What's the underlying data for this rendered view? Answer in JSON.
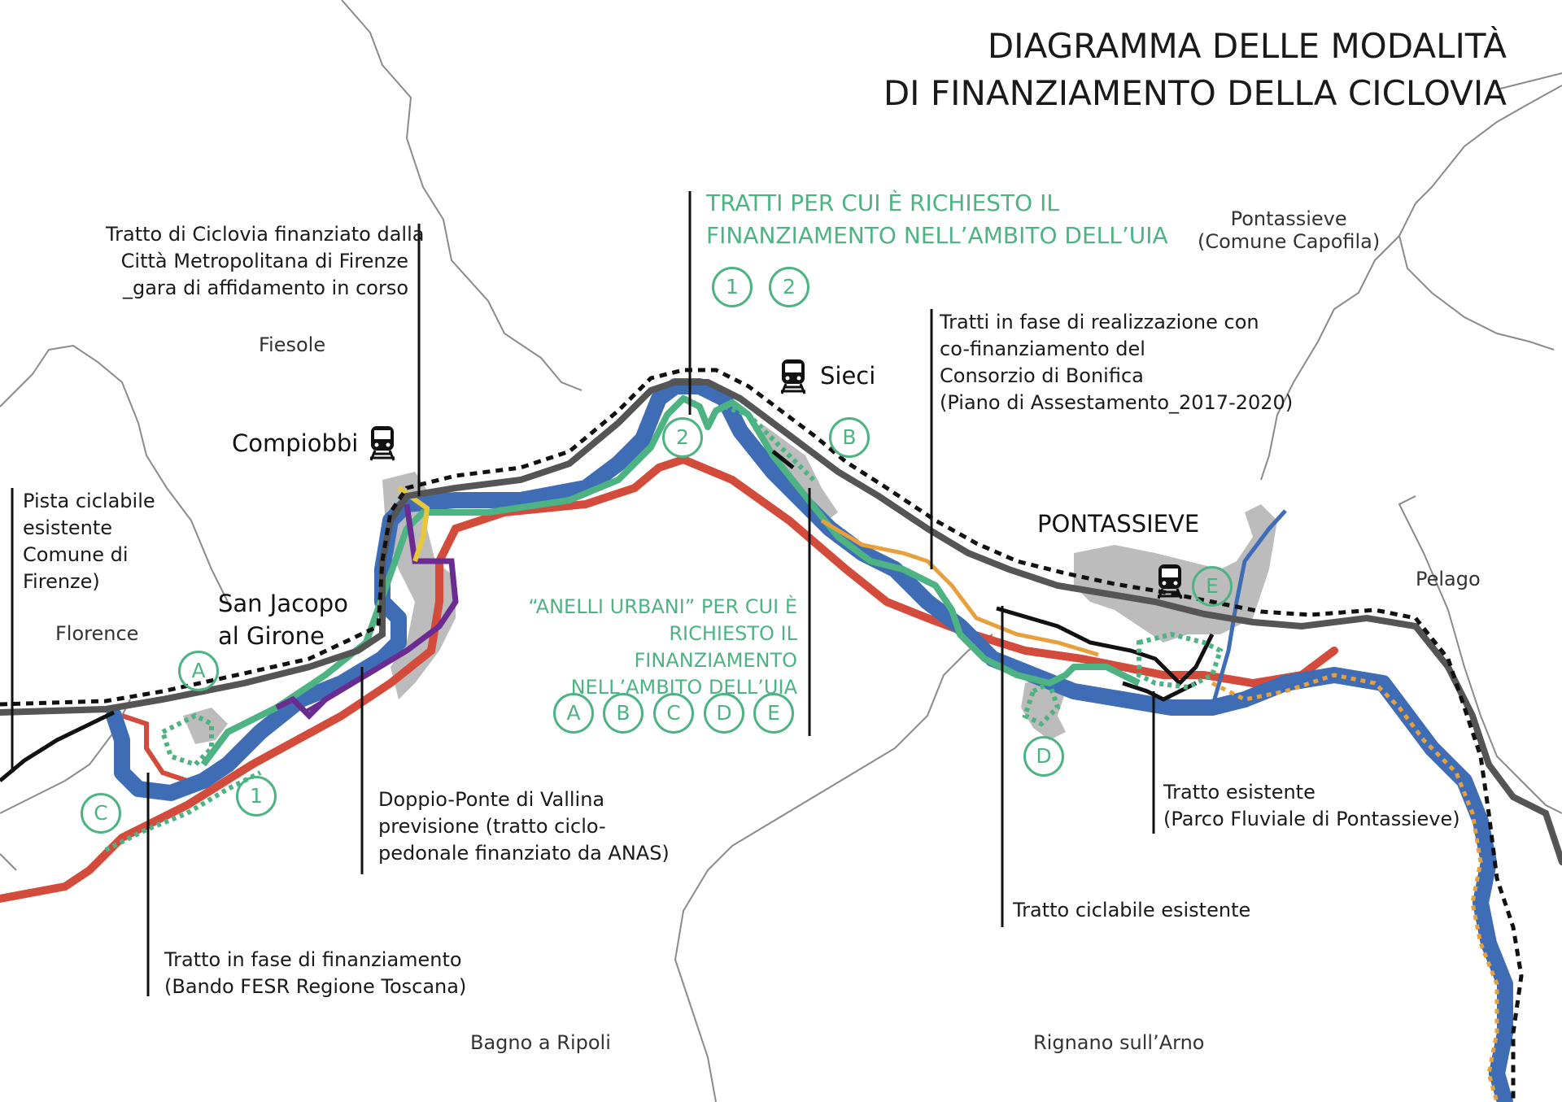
{
  "title": {
    "line1": "DIAGRAMMA DELLE MODALITÀ",
    "line2": "DI FINANZIAMENTO DELLA CICLOVIA"
  },
  "municipalities": {
    "fiesole": "Fiesole",
    "florence": "Florence",
    "pontassieve_capofila": [
      "Pontassieve",
      "(Comune Capofila)"
    ],
    "pelago": "Pelago",
    "bagno_a_ripoli": "Bagno a Ripoli",
    "rignano": "Rignano sull’Arno"
  },
  "places": {
    "compiobbi": "Compiobbi",
    "sieci": "Sieci",
    "pontassieve": "PONTASSIEVE",
    "san_jacopo": [
      "San Jacopo",
      "al Girone"
    ]
  },
  "notes": {
    "pista_ciclabile": [
      "Pista ciclabile",
      "esistente",
      "Comune di",
      "Firenze)"
    ],
    "citta_metropolitana": [
      "Tratto di Ciclovia finanziato dalla",
      "Città Metropolitana di Firenze",
      "_gara di affidamento in corso"
    ],
    "consorzio": [
      "Tratti in fase di realizzazione con",
      "co-finanziamento del",
      "Consorzio di Bonifica",
      "(Piano di Assestamento_2017-2020)"
    ],
    "doppio_ponte": [
      "Doppio-Ponte di Vallina",
      "previsione (tratto ciclo-",
      "pedonale finanziato da ANAS)"
    ],
    "fesr": [
      "Tratto in fase di finanziamento",
      "(Bando FESR Regione Toscana)"
    ],
    "ciclabile_esistente": "Tratto ciclabile esistente",
    "parco_fluviale": [
      "Tratto esistente",
      "(Parco Fluviale di Pontassieve)"
    ]
  },
  "uia_tratti": {
    "heading": [
      "TRATTI PER CUI È RICHIESTO IL",
      "FINANZIAMENTO NELL’AMBITO DELL’UIA"
    ],
    "badges": [
      "1",
      "2"
    ]
  },
  "anelli_urbani": {
    "heading": [
      "“ANELLI URBANI” PER CUI È",
      "RICHIESTO IL FINANZIAMENTO",
      "NELL’AMBITO DELL’UIA"
    ],
    "badges": [
      "A",
      "B",
      "C",
      "D",
      "E"
    ]
  },
  "map_badges": {
    "a": "A",
    "b": "B",
    "c": "C",
    "d": "D",
    "e": "E",
    "one": "1",
    "two": "2"
  },
  "icons": [
    "train-station-icon"
  ],
  "colors": {
    "uia_green": "#4db383",
    "blue_route": "#3e6db5",
    "red_route": "#d24b3b",
    "grey_route": "#555555",
    "purple_route": "#6a2c91",
    "orange_route": "#e8a03c",
    "yellow_route": "#e8c83a",
    "urban_area": "#bcbcbc"
  }
}
